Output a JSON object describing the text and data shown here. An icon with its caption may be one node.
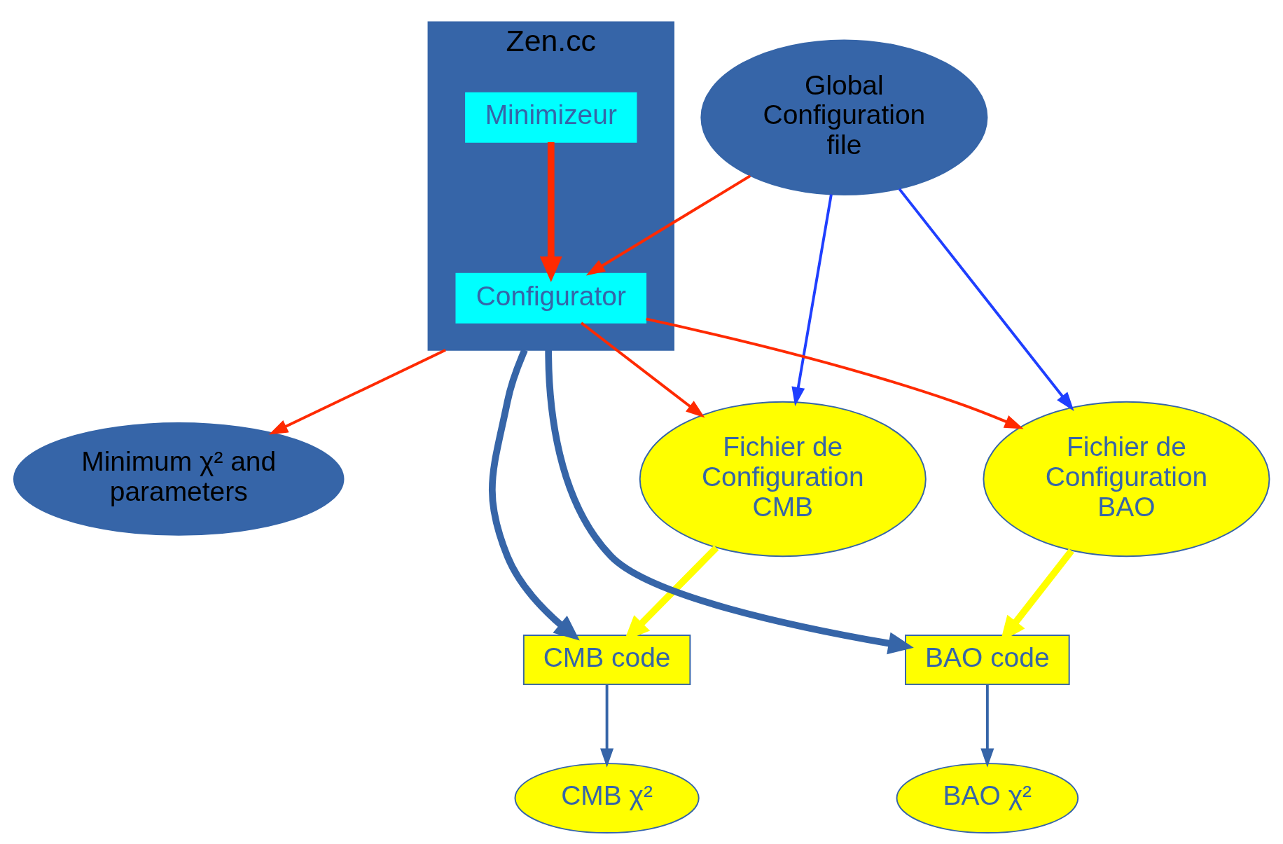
{
  "diagram": {
    "nodes": [
      {
        "text": [
          "Global Configuration file"
        ]
      },
      {
        "text": [
          "Fichier de Configuration CMB"
        ]
      },
      {
        "text": [
          "Fichier de Configuration BAO"
        ]
      },
      {
        "text": [
          "Zen.cc"
        ]
      },
      {
        "text": [
          "Configurator"
        ],
        "in": 3
      },
      {
        "text": [
          "Minimizeur"
        ],
        "in": 3
      },
      {
        "text": [
          "Minimum χ² and parameters"
        ]
      },
      {
        "text": [
          "CMB code"
        ]
      },
      {
        "text": [
          "BAO code"
        ]
      },
      {
        "text": [
          "CMB χ²"
        ]
      },
      {
        "text": [
          "BAO χ²"
        ]
      }
    ],
    "edges": [
      {
        "from": 0,
        "to": 1,
        "arrow": "to",
        "color": "#1f3fff"
      },
      {
        "from": 0,
        "to": 2,
        "arrow": "to",
        "color": "#1f3fff"
      },
      {
        "from": 0,
        "to": 4,
        "arrow": "to",
        "color": "#ff2a00"
      },
      {
        "from": 4,
        "to": 1,
        "arrow": "to",
        "color": "#ff2a00"
      },
      {
        "from": 4,
        "to": 2,
        "arrow": "to",
        "color": "#ff2a00"
      },
      {
        "from": 5,
        "to": 4,
        "arrow": "to",
        "color": "#ff2a00",
        "style": "thick"
      },
      {
        "from": 3,
        "to": 6,
        "arrow": "to",
        "color": "#ff2a00"
      },
      {
        "from": 3,
        "to": 7,
        "arrow": "to",
        "color": "#3665a8",
        "style": "thick"
      },
      {
        "from": 3,
        "to": 8,
        "arrow": "to",
        "color": "#3665a8",
        "style": "thick"
      },
      {
        "from": 1,
        "to": 7,
        "arrow": "to",
        "color": "#ffff00",
        "style": "thick"
      },
      {
        "from": 2,
        "to": 8,
        "arrow": "to",
        "color": "#ffff00",
        "style": "thick"
      },
      {
        "from": 7,
        "to": 9,
        "arrow": "to",
        "color": "#3665a8"
      },
      {
        "from": 8,
        "to": 10,
        "arrow": "to",
        "color": "#3665a8"
      }
    ]
  }
}
